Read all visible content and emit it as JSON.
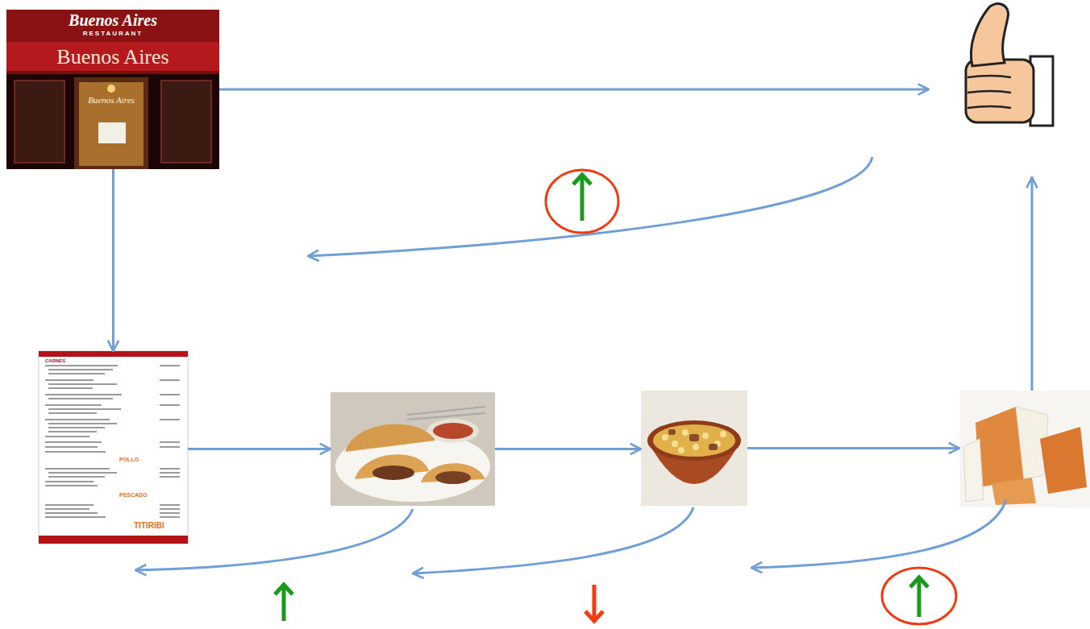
{
  "diagram": {
    "nodes": [
      {
        "text": [
          "Buenos Aires",
          "RESTAURANT",
          "Buenos Aires",
          "Buenos Aires"
        ]
      },
      {
        "text": []
      },
      {
        "text": [
          "CARNES",
          "POLLO",
          "PESCADO",
          "TITIRIBI"
        ]
      },
      {
        "text": []
      },
      {
        "text": []
      },
      {
        "text": []
      }
    ],
    "edges": [
      {
        "from": 0,
        "to": 1,
        "arrow": "to"
      },
      {
        "from": 0,
        "to": 2,
        "arrow": "to"
      },
      {
        "from": 2,
        "to": 3,
        "arrow": "to"
      },
      {
        "from": 3,
        "to": 4,
        "arrow": "to"
      },
      {
        "from": 4,
        "to": 5,
        "arrow": "to"
      },
      {
        "from": 5,
        "to": 1,
        "arrow": "to"
      }
    ]
  }
}
